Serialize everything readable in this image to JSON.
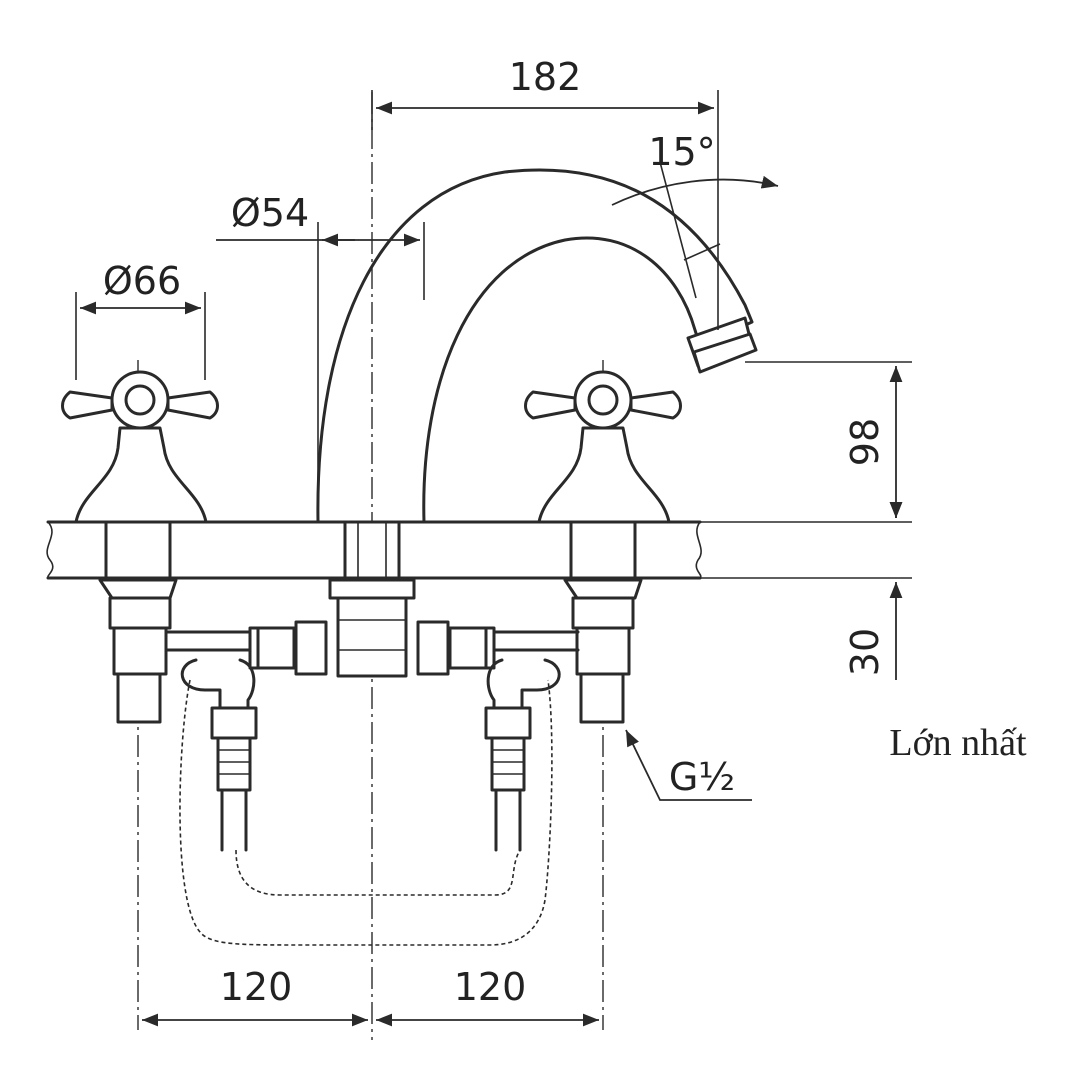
{
  "dimensions": {
    "spout_reach": "182",
    "spout_angle": "15°",
    "spout_diameter": "Ø54",
    "handle_diameter": "Ø66",
    "spout_height": "98",
    "deck_thickness": "30",
    "thread": "G½",
    "left_spacing": "120",
    "right_spacing": "120"
  },
  "note": "Lớn nhất"
}
